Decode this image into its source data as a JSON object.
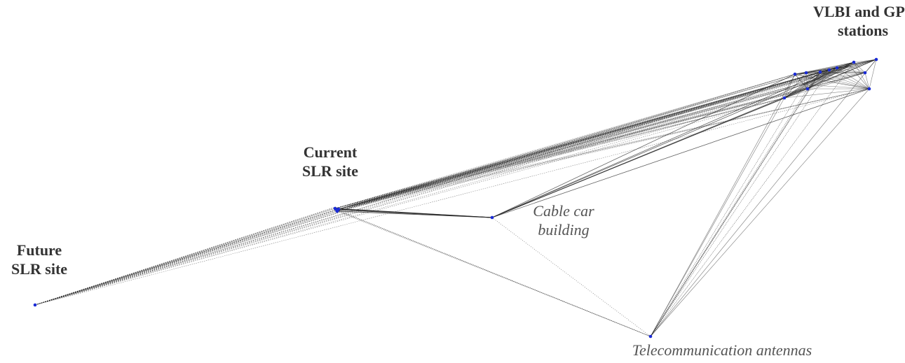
{
  "labels": {
    "vlbi_gps": [
      "VLBI and GPS",
      "stations"
    ],
    "current_slr": [
      "Current",
      "SLR site"
    ],
    "future_slr": [
      "Future",
      "SLR site"
    ],
    "cable_car": [
      "Cable car",
      "building"
    ],
    "telecom": "Telecommunication antennas"
  },
  "colors": {
    "point": "#1a2bd6",
    "line": "#222222",
    "label": "#333333"
  }
}
